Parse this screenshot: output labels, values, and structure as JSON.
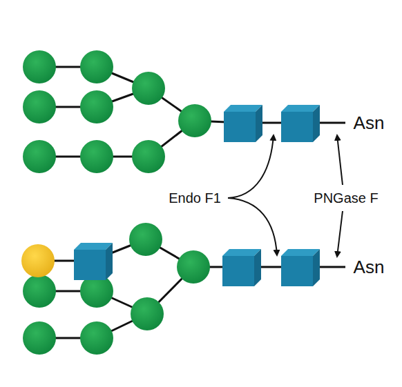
{
  "diagram": {
    "labels": [
      "Asn",
      "Endo F1",
      "PNGase F",
      "Asn"
    ]
  }
}
